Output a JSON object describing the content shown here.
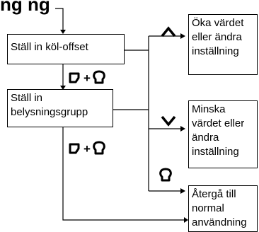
{
  "header": {
    "fragment": "ng ng"
  },
  "boxes": {
    "set_keel_offset": "Ställ in köl-offset",
    "set_lighting_group": [
      "Ställ in",
      "belysningsgrupp"
    ],
    "increase": [
      "Öka värdet",
      "eller ändra",
      "inställning"
    ],
    "decrease": [
      "Minska",
      "värdet eller",
      "ändra",
      "inställning"
    ],
    "return_normal": [
      "Återgå till",
      "normal",
      "användning"
    ]
  },
  "symbols": {
    "plus_1": "+",
    "plus_2": "+",
    "up_icon": "caret-up-icon",
    "down_icon": "caret-down-icon",
    "menu_icon": "menu-key-icon",
    "power_icon": "power-light-key-icon"
  }
}
